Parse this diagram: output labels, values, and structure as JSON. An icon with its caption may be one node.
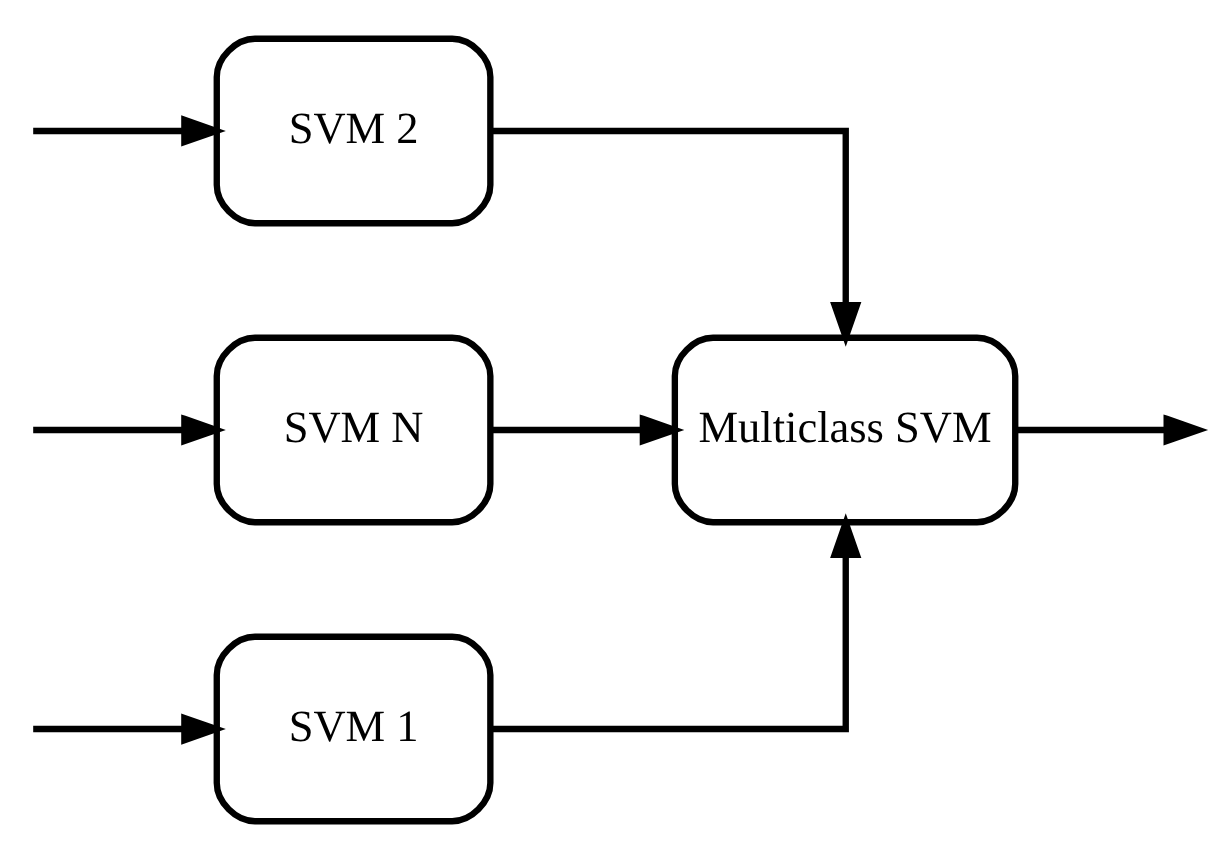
{
  "diagram": {
    "nodes": [
      {
        "text": [
          "SVM 1"
        ]
      },
      {
        "text": [
          "SVM 2"
        ]
      },
      {
        "text": [
          "SVM N"
        ]
      },
      {
        "text": [
          "Multiclass SVM"
        ]
      }
    ],
    "edges": [
      {
        "from": null,
        "to": 0,
        "arrow": "to"
      },
      {
        "from": null,
        "to": 1,
        "arrow": "to"
      },
      {
        "from": null,
        "to": 2,
        "arrow": "to"
      },
      {
        "from": 0,
        "to": 3,
        "arrow": "to"
      },
      {
        "from": 1,
        "to": 3,
        "arrow": "to"
      },
      {
        "from": 2,
        "to": 3,
        "arrow": "to"
      },
      {
        "from": 3,
        "to": null,
        "arrow": "to"
      }
    ]
  }
}
